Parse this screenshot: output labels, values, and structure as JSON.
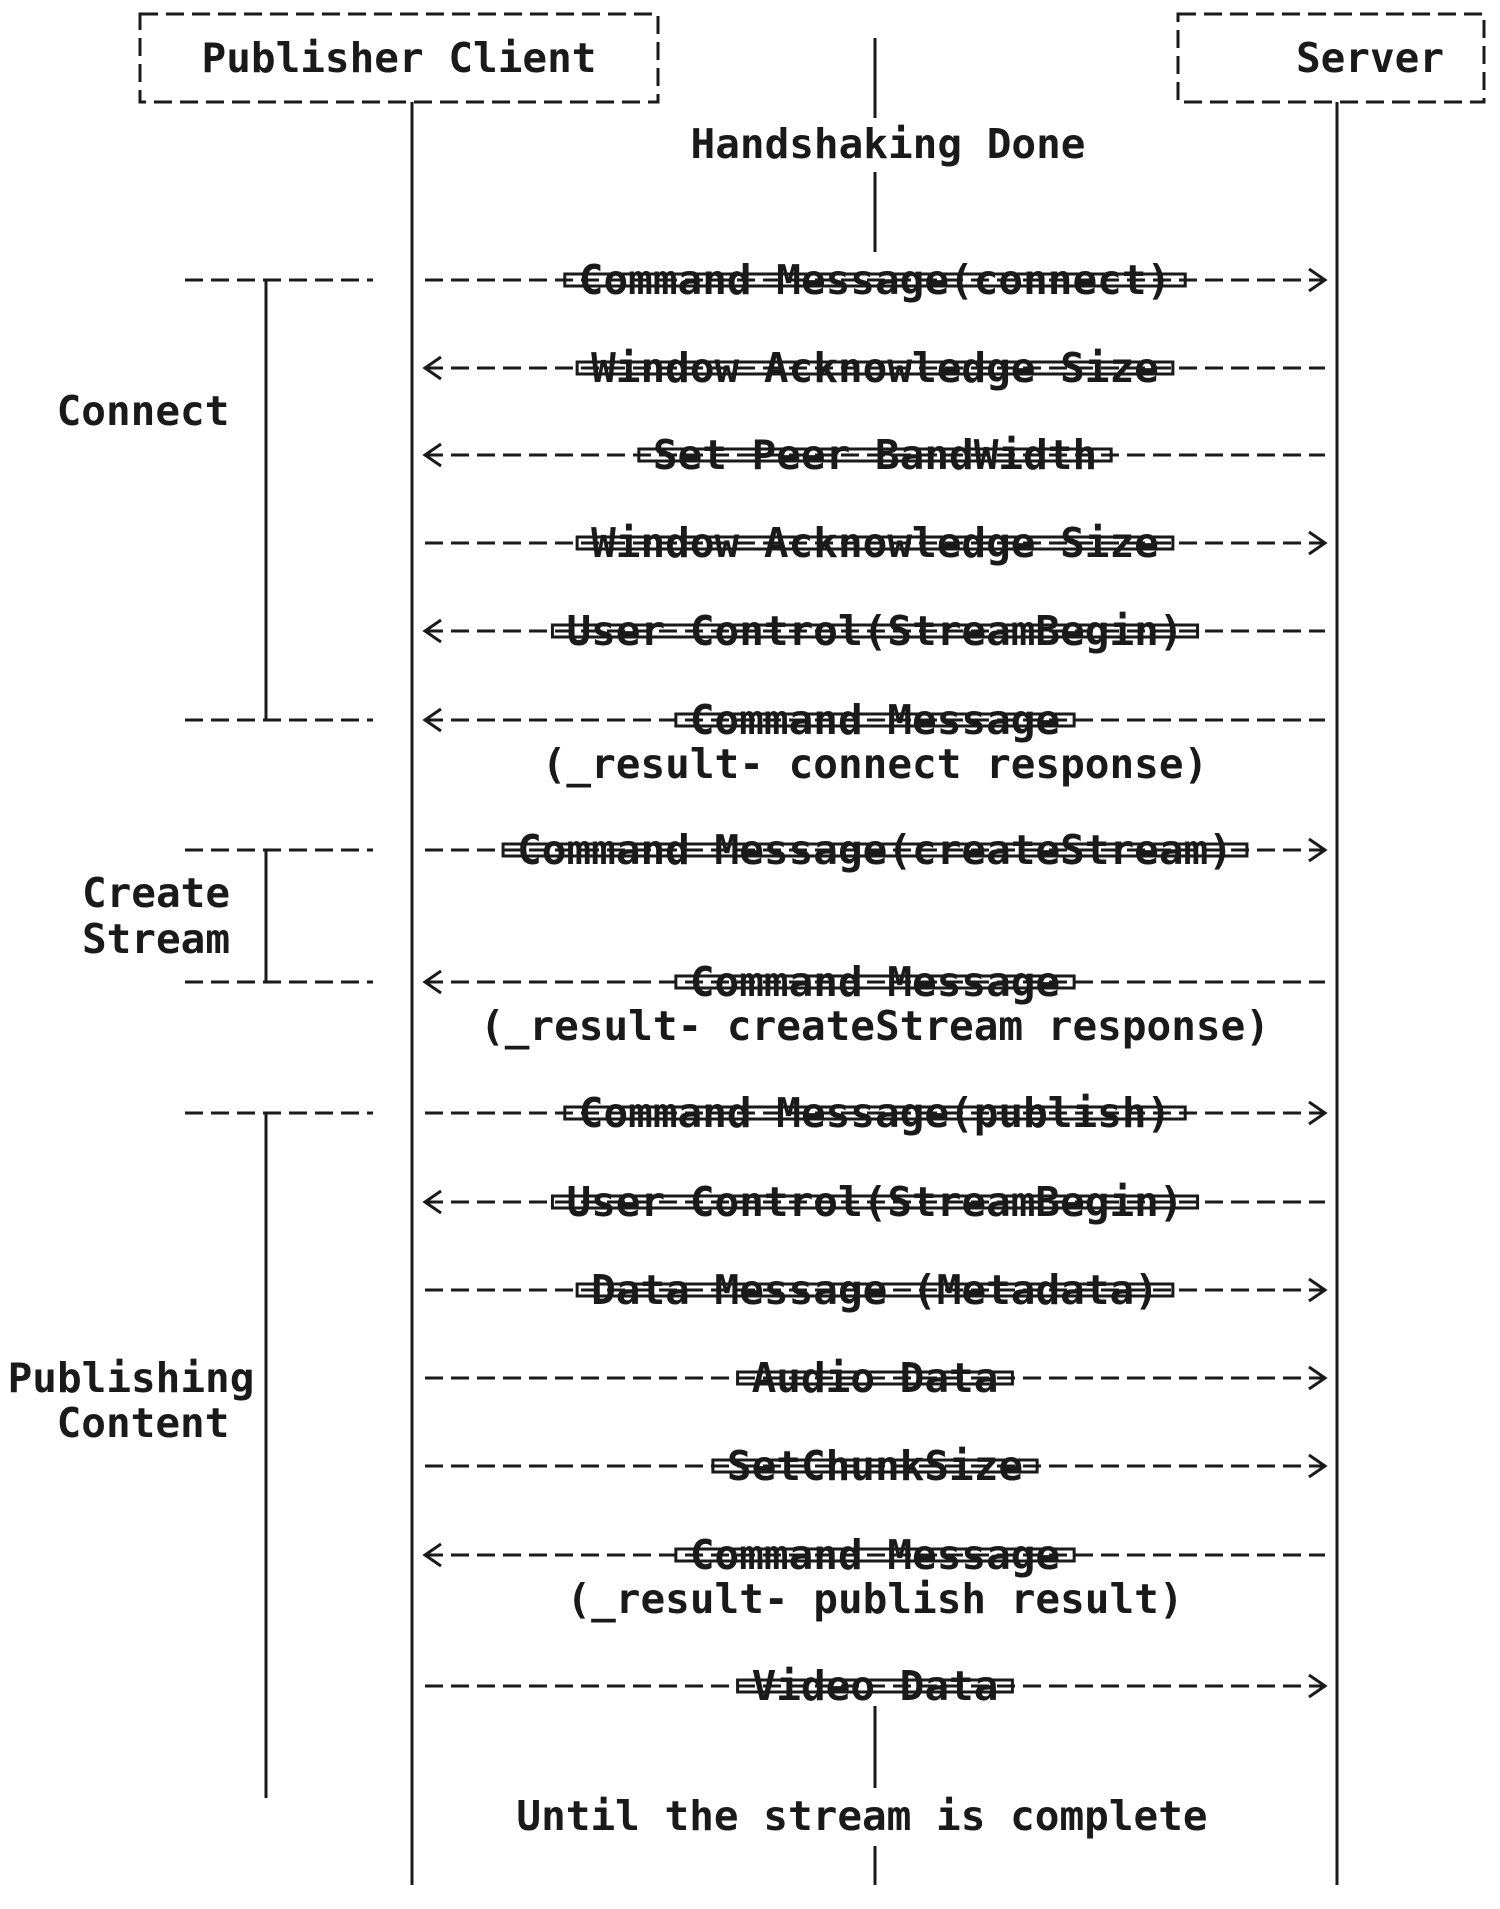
{
  "participants": {
    "client": "Publisher Client",
    "server": "Server"
  },
  "labels": {
    "handshake": "Handshaking Done",
    "end": "Until the stream is complete"
  },
  "phases": {
    "connect": [
      "Connect"
    ],
    "create_stream": [
      "Create",
      "Stream"
    ],
    "publishing": [
      "Publishing",
      "Content"
    ]
  },
  "messages": [
    {
      "id": "connect-command",
      "lines": [
        "Command Message(connect)"
      ],
      "direction": "to-server"
    },
    {
      "id": "window-ack-size-server",
      "lines": [
        "Window Acknowledge Size"
      ],
      "direction": "to-client"
    },
    {
      "id": "set-peer-bandwidth",
      "lines": [
        "Set Peer BandWidth"
      ],
      "direction": "to-client"
    },
    {
      "id": "window-ack-size-client",
      "lines": [
        "Window Acknowledge Size"
      ],
      "direction": "to-server"
    },
    {
      "id": "user-control-stream-begin-1",
      "lines": [
        "User Control(StreamBegin)"
      ],
      "direction": "to-client"
    },
    {
      "id": "connect-result",
      "lines": [
        "Command Message",
        "(_result- connect response)"
      ],
      "direction": "to-client"
    },
    {
      "id": "create-stream-command",
      "lines": [
        "Command Message(createStream)"
      ],
      "direction": "to-server"
    },
    {
      "id": "create-stream-result",
      "lines": [
        "Command Message",
        "(_result- createStream response)"
      ],
      "direction": "to-client"
    },
    {
      "id": "publish-command",
      "lines": [
        "Command Message(publish)"
      ],
      "direction": "to-server"
    },
    {
      "id": "user-control-stream-begin-2",
      "lines": [
        "User Control(StreamBegin)"
      ],
      "direction": "to-client"
    },
    {
      "id": "data-message-metadata",
      "lines": [
        "Data Message (Metadata)"
      ],
      "direction": "to-server"
    },
    {
      "id": "audio-data",
      "lines": [
        "Audio Data"
      ],
      "direction": "to-server"
    },
    {
      "id": "set-chunk-size",
      "lines": [
        "SetChunkSize"
      ],
      "direction": "to-server"
    },
    {
      "id": "publish-result",
      "lines": [
        "Command Message",
        "(_result- publish result)"
      ],
      "direction": "to-client"
    },
    {
      "id": "video-data",
      "lines": [
        "Video Data"
      ],
      "direction": "to-server"
    }
  ]
}
